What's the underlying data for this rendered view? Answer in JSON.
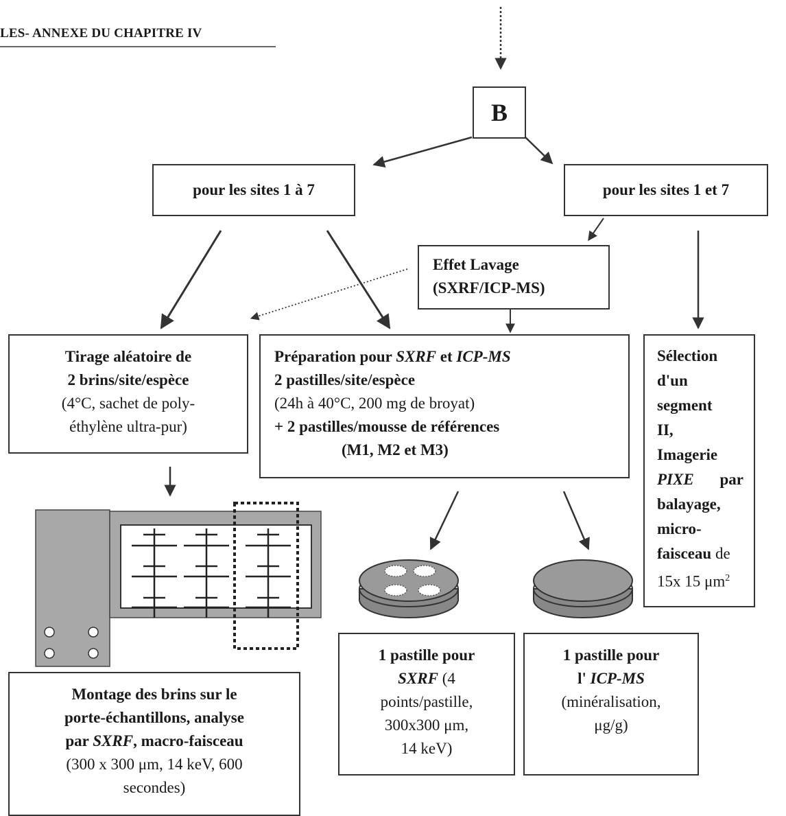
{
  "header": "LES- ANNEXE DU CHAPITRE IV",
  "node_b": "B",
  "branch_left": "pour les sites 1 à 7",
  "branch_right": "pour les sites 1 et 7",
  "effet_lavage": {
    "line1": "Effet Lavage",
    "line2": "(SXRF/ICP-MS)"
  },
  "tirage": {
    "line1": "Tirage aléatoire de",
    "line2": "2 brins/site/espèce",
    "line3": "(4°C, sachet de poly-",
    "line4": "éthylène ultra-pur)"
  },
  "preparation": {
    "line1_a": "Préparation pour ",
    "line1_b": "SXRF",
    "line1_c": " et ",
    "line1_d": "ICP-MS",
    "line2": "2 pastilles/site/espèce",
    "line3": "(24h à 40°C, 200 mg de broyat)",
    "line4": "+ 2 pastilles/mousse de références",
    "line5": "(M1, M2 et M3)"
  },
  "selection": {
    "line1": "Sélection",
    "line2": "d'un",
    "line3": "segment",
    "line4": "II,",
    "line5": "Imagerie",
    "line6_a": "PIXE",
    "line6_b": "par",
    "line7": "balayage,",
    "line8": "micro-",
    "line9_a": "faisceau",
    "line9_b": " de",
    "line10": "15x 15 μm",
    "line10_sup": "2"
  },
  "montage": {
    "line1": "Montage des brins sur le",
    "line2": "porte-échantillons, analyse",
    "line3_a": "par ",
    "line3_b": "SXRF",
    "line3_c": ", macro-faisceau",
    "line4": "(300 x 300 μm, 14 keV, 600",
    "line5": "secondes)"
  },
  "pastille_sxrf": {
    "line1": "1 pastille pour",
    "line2_a": "SXRF",
    "line2_b": " (4",
    "line3": "points/pastille,",
    "line4": "300x300 μm,",
    "line5": "14 keV)"
  },
  "pastille_icp": {
    "line1": "1 pastille pour",
    "line2_a": "l' ",
    "line2_b": "ICP-MS",
    "line3": "(minéralisation,",
    "line4": "μg/g)"
  },
  "colors": {
    "ink": "#333333",
    "holder_gray": "#a8a8a8",
    "pellet_gray": "#999999"
  }
}
